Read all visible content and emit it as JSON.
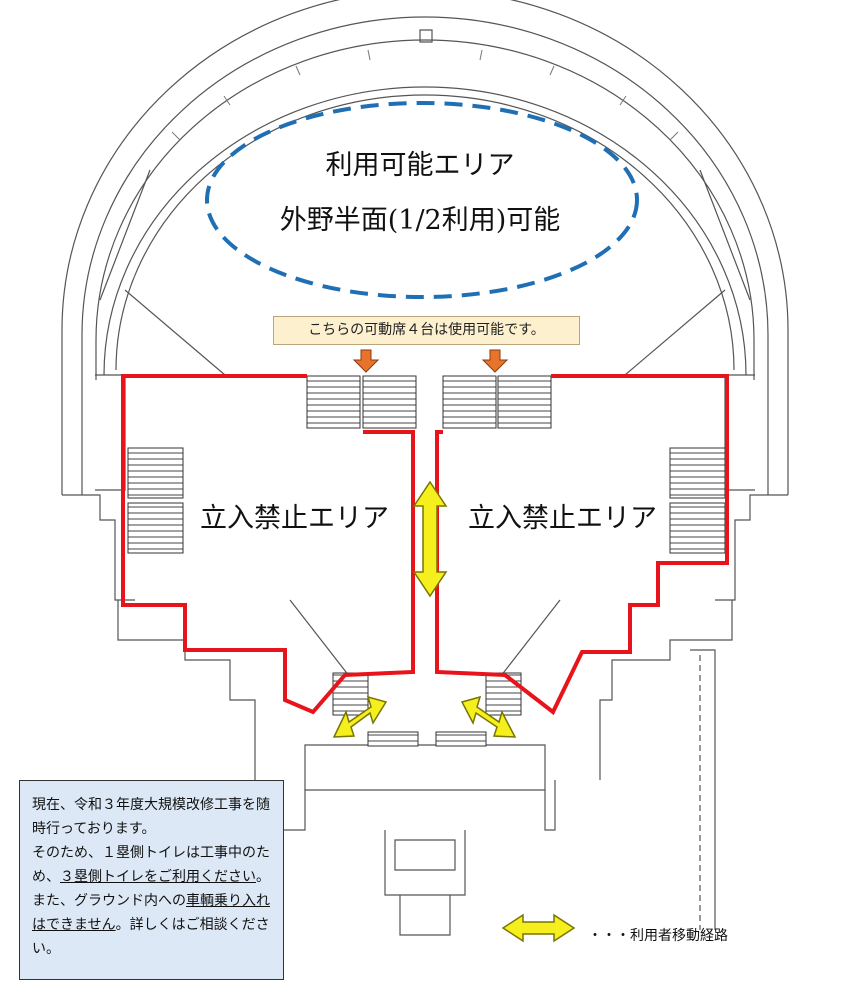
{
  "map": {
    "available_area": {
      "title": "利用可能エリア",
      "subtitle": "外野半面(1/2利用)可能",
      "outline_color": "#1f6fb4"
    },
    "restricted_area": {
      "left_label": "立入禁止エリア",
      "right_label": "立入禁止エリア",
      "outline_color": "#e8141b"
    },
    "callout": {
      "text": "こちらの可動席４台は使用可能です。",
      "arrow_color": "#e8742b"
    },
    "route_arrow_color": "#f5ef1e"
  },
  "notice": {
    "line1": "現在、令和３年度大規模改修工事を随時行っております。",
    "line2_pre": "そのため、１塁側トイレは工事中のため、",
    "line2_u1": "３塁側トイレをご利用ください",
    "line2_mid": "。また、グラウンド内への",
    "line2_u2": "車輌乗り入れはできません",
    "line2_post": "。詳しくはご相談ください。"
  },
  "legend": {
    "route_label": "・・・利用者移動経路"
  }
}
